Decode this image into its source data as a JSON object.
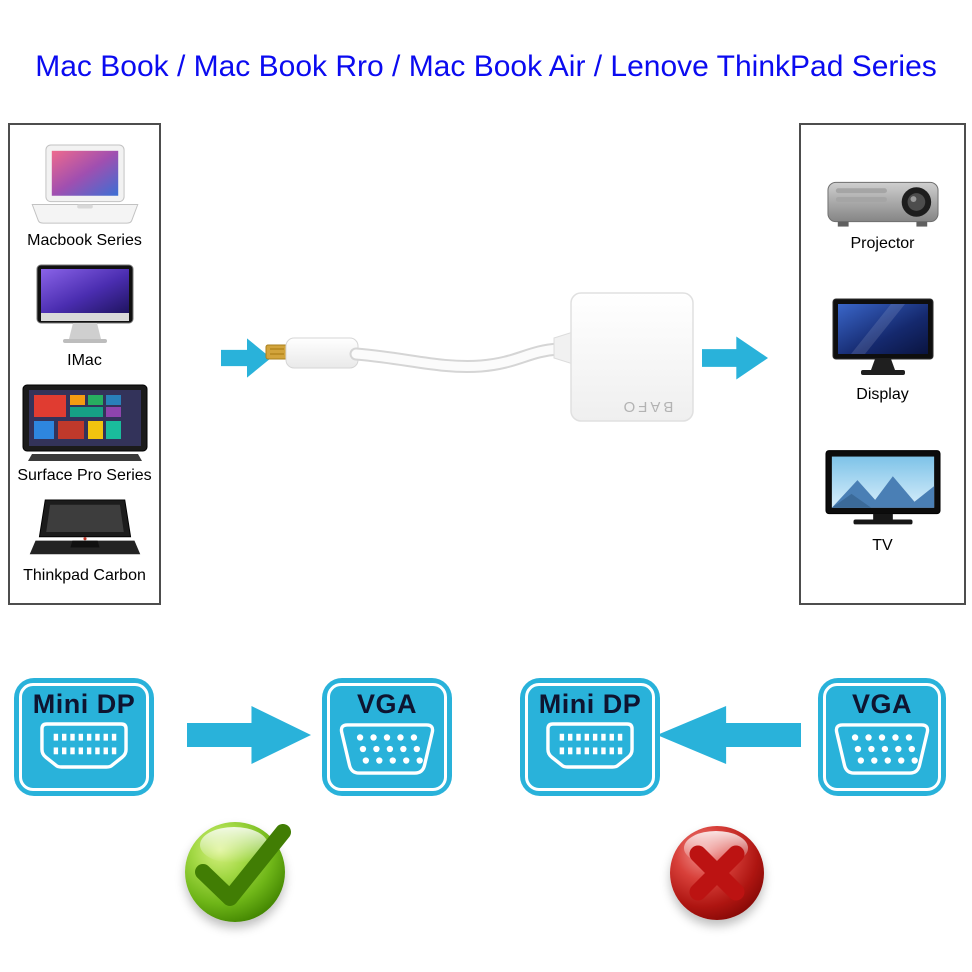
{
  "page": {
    "title": "Mac Book / Mac Book Rro / Mac Book Air / Lenove ThinkPad Series"
  },
  "source_panel": {
    "devices": [
      {
        "label": "Macbook Series",
        "icon": "macbook-icon"
      },
      {
        "label": "IMac",
        "icon": "imac-icon"
      },
      {
        "label": "Surface Pro Series",
        "icon": "surface-pro-icon"
      },
      {
        "label": "Thinkpad Carbon",
        "icon": "thinkpad-icon"
      }
    ]
  },
  "output_panel": {
    "devices": [
      {
        "label": "Projector",
        "icon": "projector-icon"
      },
      {
        "label": "Display",
        "icon": "display-icon"
      },
      {
        "label": "TV",
        "icon": "tv-icon"
      }
    ]
  },
  "adapter": {
    "brand_label": "BAFO"
  },
  "compatibility": {
    "correct_pair": {
      "from_label": "Mini DP",
      "to_label": "VGA",
      "arrow_direction": "right",
      "result_icon": "check-icon"
    },
    "wrong_pair": {
      "from_label": "Mini DP",
      "to_label": "VGA",
      "arrow_direction": "left",
      "result_icon": "cross-icon"
    }
  },
  "colors": {
    "title_blue": "#0b0bf0",
    "arrow_cyan": "#29b2da",
    "badge_cyan": "#29b2da",
    "badge_text_navy": "#0e1430",
    "check_green": "#417d04",
    "cross_red": "#bc1312"
  }
}
